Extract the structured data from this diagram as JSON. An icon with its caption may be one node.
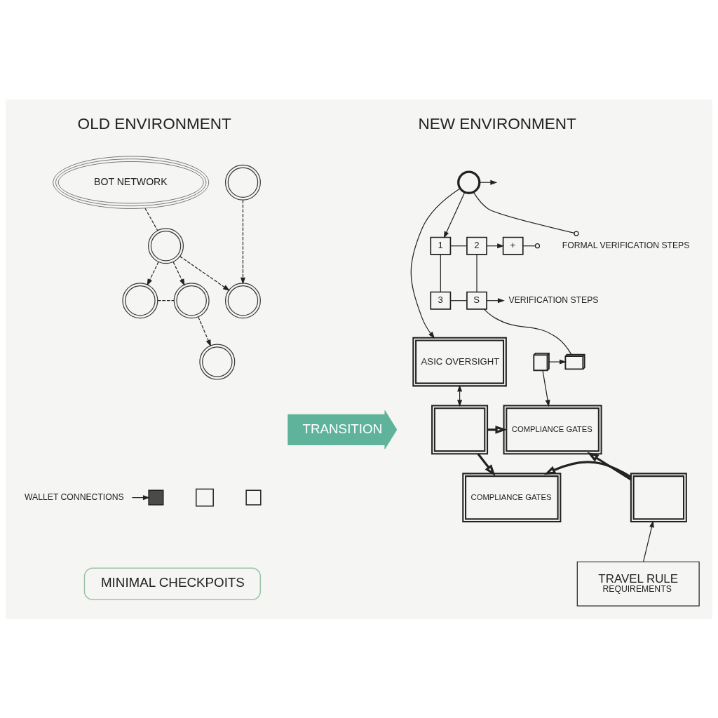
{
  "diagram": {
    "nodes": [
      {
        "text": [
          "BOT NETWORK"
        ]
      },
      {
        "text": [],
        "shape": "circle"
      },
      {
        "text": [],
        "shape": "circle"
      },
      {
        "text": [],
        "shape": "circle"
      },
      {
        "text": [],
        "shape": "circle"
      },
      {
        "text": [],
        "shape": "circle"
      },
      {
        "text": [],
        "shape": "circle"
      },
      {
        "text": [
          "WALLET CONNECTIONS"
        ]
      },
      {
        "text": [],
        "shape": "box"
      },
      {
        "text": [],
        "shape": "box"
      },
      {
        "text": [],
        "shape": "box"
      },
      {
        "text": [
          "MINIMAL CHECKPOITS"
        ]
      },
      {
        "text": [
          "TRANSITION"
        ]
      },
      {
        "text": [],
        "shape": "circle"
      },
      {
        "text": [
          "FORMAL VERIFICATION STEPS"
        ]
      },
      {
        "text": [
          "1"
        ]
      },
      {
        "text": [
          "2"
        ]
      },
      {
        "text": [
          "+"
        ]
      },
      {
        "text": [
          "3"
        ]
      },
      {
        "text": [
          "S"
        ]
      },
      {
        "text": [
          "VERIFICATION STEPS"
        ]
      },
      {
        "text": [
          "ASIC OVERSIGHT"
        ]
      },
      {
        "text": [],
        "shape": "picture"
      },
      {
        "text": [],
        "shape": "picture"
      },
      {
        "text": [],
        "shape": "box"
      },
      {
        "text": [
          "COMPLIANCE GATES"
        ]
      },
      {
        "text": [
          "COMPLIANCE GATES"
        ]
      },
      {
        "text": [],
        "shape": "box"
      },
      {
        "text": [
          "TRAVEL RULE",
          "REQUIREMENTS"
        ]
      }
    ],
    "edges": [
      {
        "from": 1,
        "to": 2,
        "arrow": "to",
        "style": "dashed"
      },
      {
        "from": 0,
        "to": 3,
        "arrow": "none",
        "style": "dashed"
      },
      {
        "from": 3,
        "to": 2,
        "arrow": "to",
        "style": "dashed"
      },
      {
        "from": 3,
        "to": 4,
        "arrow": "to",
        "style": "dashed"
      },
      {
        "from": 3,
        "to": 5,
        "arrow": "to",
        "style": "dashed"
      },
      {
        "from": 4,
        "to": 5,
        "arrow": "none",
        "style": "dashed"
      },
      {
        "from": 5,
        "to": 6,
        "arrow": "to",
        "style": "dashed"
      },
      {
        "from": 7,
        "to": 8,
        "arrow": "to"
      },
      {
        "from": 13,
        "to": null,
        "arrow": "to"
      },
      {
        "from": 13,
        "to": 14,
        "arrow": "other"
      },
      {
        "from": 13,
        "to": 21,
        "arrow": "to"
      },
      {
        "from": 13,
        "to": 15,
        "arrow": "to"
      },
      {
        "from": 15,
        "to": 16,
        "arrow": "none"
      },
      {
        "from": 16,
        "to": 17,
        "arrow": "to"
      },
      {
        "from": 17,
        "to": null,
        "arrow": "other"
      },
      {
        "from": 15,
        "to": 18,
        "arrow": "none"
      },
      {
        "from": 16,
        "to": 19,
        "arrow": "none"
      },
      {
        "from": 18,
        "to": 19,
        "arrow": "none"
      },
      {
        "from": 19,
        "to": 20,
        "arrow": "to"
      },
      {
        "from": 19,
        "to": 23,
        "arrow": "none"
      },
      {
        "from": 22,
        "to": 23,
        "arrow": "to"
      },
      {
        "from": 22,
        "to": 25,
        "arrow": "to"
      },
      {
        "from": 21,
        "to": 24,
        "arrow": "both"
      },
      {
        "from": 24,
        "to": 25,
        "arrow": "to",
        "style": "thick"
      },
      {
        "from": 24,
        "to": 26,
        "arrow": "to",
        "style": "thick"
      },
      {
        "from": 27,
        "to": 26,
        "arrow": "to",
        "style": "thick"
      },
      {
        "from": 27,
        "to": 25,
        "arrow": "to",
        "style": "thick"
      },
      {
        "from": 28,
        "to": 27,
        "arrow": "to"
      }
    ],
    "labels": [
      "OLD ENVIRONMENT",
      "NEW ENVIRONMENT"
    ]
  }
}
